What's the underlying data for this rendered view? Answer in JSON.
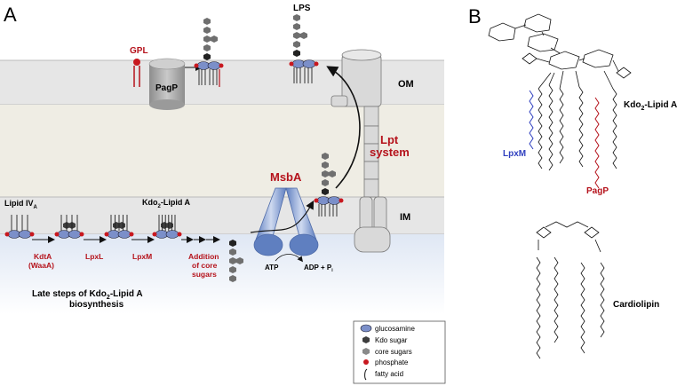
{
  "panelA": {
    "letter": "A",
    "om_label": "OM",
    "im_label": "IM",
    "gpl_label": "GPL",
    "pagp_label": "PagP",
    "lps_label": "LPS",
    "lpt_label_1": "Lpt",
    "lpt_label_2": "system",
    "msba_label": "MsbA",
    "lipid_iva_label": "Lipid IV",
    "lipid_iva_sub": "A",
    "kdo2_label": "Kdo",
    "kdo2_sub": "2",
    "kdo2_rest": "-Lipid A",
    "enzymes": [
      {
        "line1": "KdtA",
        "line2": "(WaaA)"
      },
      {
        "line1": "LpxL",
        "line2": ""
      },
      {
        "line1": "LpxM",
        "line2": ""
      },
      {
        "line1": "Addition",
        "line2": "of core",
        "line3": "sugars"
      }
    ],
    "atp_label": "ATP",
    "adp_label": "ADP + P",
    "adp_sub": "i",
    "caption_line1": "Late steps of Kdo",
    "caption_sub": "2",
    "caption_rest": "-Lipid A",
    "caption_line2": "biosynthesis"
  },
  "legend": {
    "items": [
      {
        "icon": "glucosamine-icon",
        "label": "glucosamine"
      },
      {
        "icon": "kdo-sugar-icon",
        "label": "Kdo sugar"
      },
      {
        "icon": "core-sugar-icon",
        "label": "core sugars"
      },
      {
        "icon": "phosphate-icon",
        "label": "phosphate"
      },
      {
        "icon": "fatty-acid-icon",
        "label": "fatty acid"
      }
    ]
  },
  "panelB": {
    "letter": "B",
    "kdo2_title": "Kdo",
    "kdo2_sub": "2",
    "kdo2_rest": "-Lipid A",
    "lpxm_label": "LpxM",
    "pagp_label": "PagP",
    "cardiolipin_label": "Cardiolipin"
  },
  "colors": {
    "red_accent": "#b5121b",
    "blue_accent": "#2f3fbf",
    "membrane": "#e6e6e6",
    "periplasm": "#efede4",
    "cytoplasm": "#e4ebf5",
    "glucosamine": "#7b8fc9",
    "kdo": "#3d3d3d",
    "core": "#8a8a8a"
  }
}
